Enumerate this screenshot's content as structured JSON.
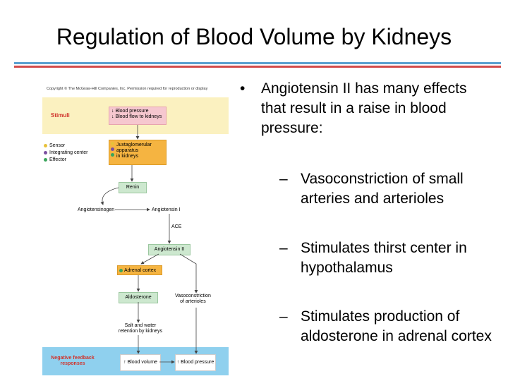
{
  "title": "Regulation of Blood Volume by Kidneys",
  "bullets": {
    "main": "Angiotensin II has many effects that result in a raise in blood pressure:",
    "subs": [
      "Vasoconstriction of small arteries and arterioles",
      "Stimulates thirst center in hypothalamus",
      "Stimulates production of aldosterone in adrenal cortex"
    ],
    "bullet_glyph": "•",
    "dash_glyph": "–"
  },
  "diagram": {
    "copyright": "Copyright © The McGraw-Hill Companies, Inc. Permission required for reproduction or display",
    "stimuli_label": "Stimuli",
    "stimuli_text": [
      "↓ Blood pressure",
      "↓ Blood flow to kidneys"
    ],
    "legend": [
      {
        "label": "Sensor",
        "color": "#e8c13a"
      },
      {
        "label": "Integrating center",
        "color": "#7b4fa0"
      },
      {
        "label": "Effector",
        "color": "#3aa55b"
      }
    ],
    "jga_text": [
      "Juxtaglomerular",
      "apparatus",
      "in kidneys"
    ],
    "renin": "Renin",
    "angiotensinogen": "Angiotensinogen",
    "angiotensin1": "Angiotensin I",
    "ace": "ACE",
    "angiotensin2": "Angiotensin II",
    "adrenal_cortex": "Adrenal cortex",
    "aldosterone": "Aldosterone",
    "vasoconstriction": [
      "Vasoconstriction",
      "of arterioles"
    ],
    "salt_water": [
      "Salt and water",
      "retention by kidneys"
    ],
    "negative_feedback": [
      "Negative feedback",
      "responses"
    ],
    "blood_volume": "↑ Blood volume",
    "blood_pressure": "↑ Blood pressure",
    "colors": {
      "red_text": "#d0342c",
      "arrow": "#444444"
    }
  }
}
